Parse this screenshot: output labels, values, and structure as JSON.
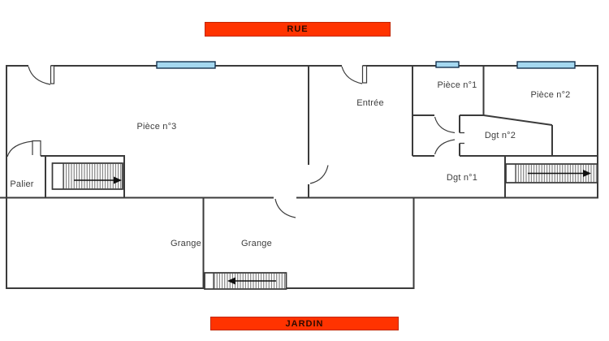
{
  "banners": {
    "top": {
      "label": "RUE",
      "fill": "#ff3300",
      "border": "#c22500"
    },
    "bottom": {
      "label": "JARDIN",
      "fill": "#ff3300",
      "border": "#c22500"
    }
  },
  "rooms": {
    "piece3": {
      "label": "Pièce n°3"
    },
    "entree": {
      "label": "Entrée"
    },
    "piece1": {
      "label": "Pièce n°1"
    },
    "piece2": {
      "label": "Pièce n°2"
    },
    "dgt2": {
      "label": "Dgt n°2"
    },
    "dgt1": {
      "label": "Dgt n°1"
    },
    "palier": {
      "label": "Palier"
    },
    "grange_left": {
      "label": "Grange"
    },
    "grange_right": {
      "label": "Grange"
    }
  },
  "stairs": {
    "upper_left": {
      "arrow_direction": "right"
    },
    "upper_right": {
      "arrow_direction": "right"
    },
    "lower_grange": {
      "arrow_direction": "left"
    }
  },
  "colors": {
    "wall": "#3b3b3b",
    "window_fill": "#a5d8f0",
    "window_border": "#16324f",
    "hatch": "#5a5a5a",
    "arrow": "#111111"
  }
}
